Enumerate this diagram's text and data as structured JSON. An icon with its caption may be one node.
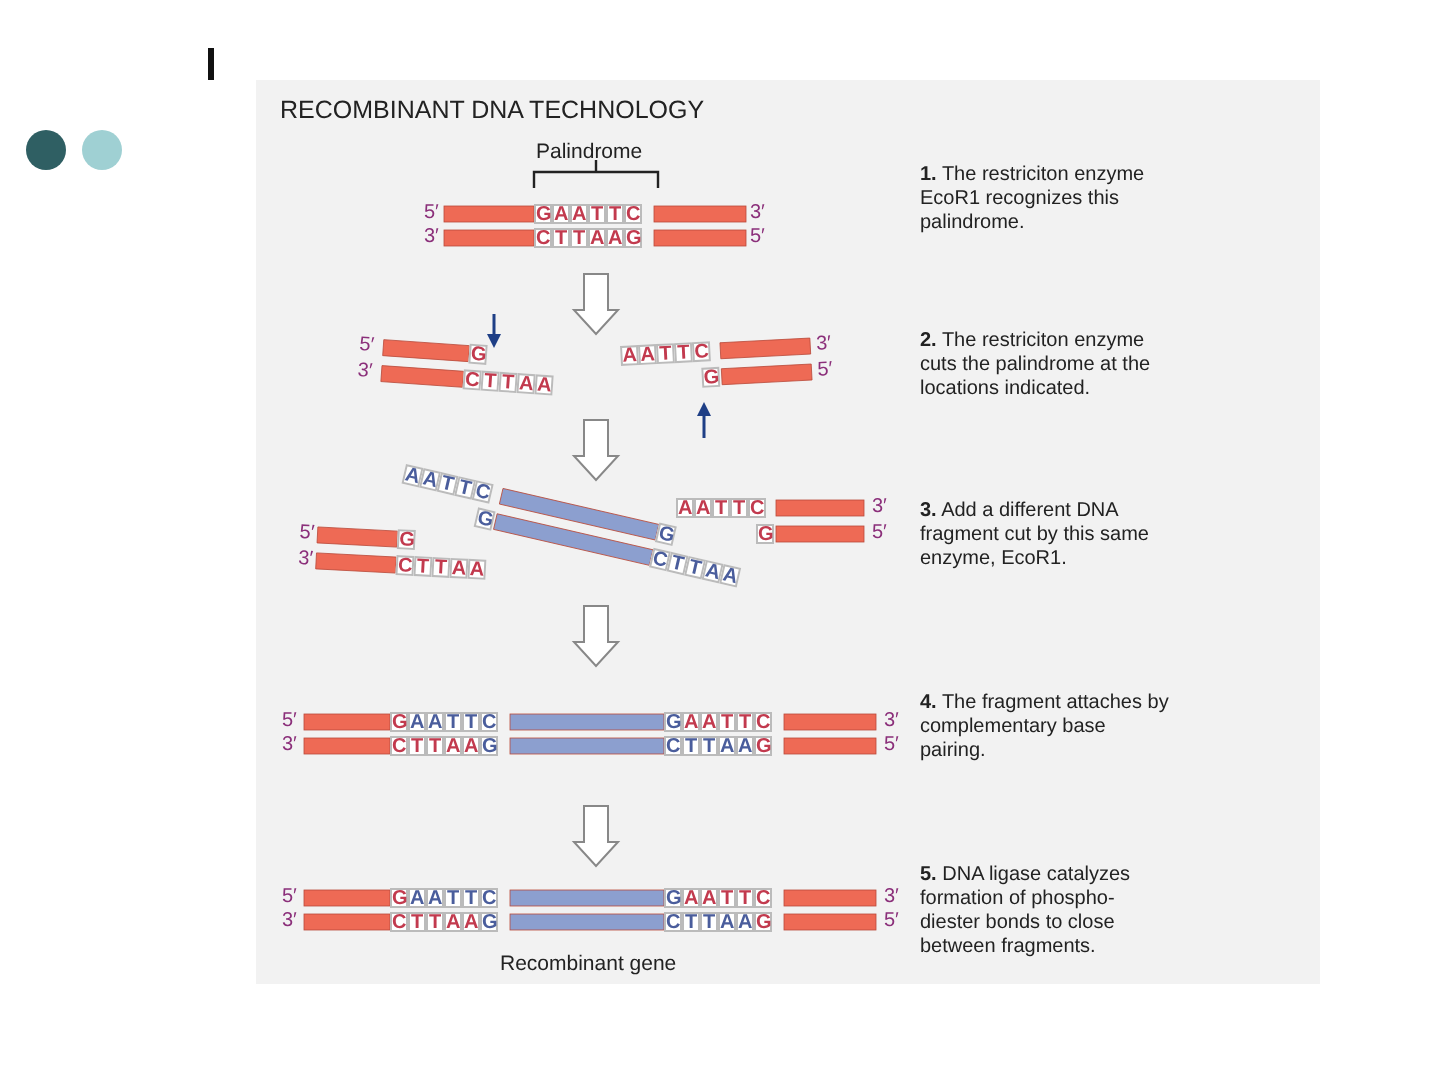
{
  "diagram": {
    "title": "RECOMBINANT DNA TECHNOLOGY",
    "labels": [
      "Palindrome",
      "5′",
      "GAATTC",
      "3′",
      "3′",
      "CTTAAG",
      "5′",
      "**1.** The restriciton enzyme EcoR1 recognizes this palindrome.",
      "5′",
      "G",
      "3′",
      "CTTAA",
      "AATTC",
      "3′",
      "G",
      "5′",
      "**2.** The restriciton enzyme cuts the palindrome at the locations indicated.",
      "AATTC",
      "G",
      "G",
      "CTTAA",
      "AATTC",
      "3′",
      "G",
      "5′",
      "**3.** Add a different DNA fragment cut by this same enzyme, EcoR1.",
      "5′",
      "G",
      "3′",
      "CTTAA",
      "5′",
      "GAATTC",
      "GAATTC",
      "3′",
      "3′",
      "CTTAAG",
      "CTTAAG",
      "5′",
      "**4.** The fragment attaches by complementary base pairing.",
      "5′",
      "GAATTC",
      "GAATTC",
      "3′",
      "3′",
      "CTTAAG",
      "CTTAAG",
      "5′",
      "**5.** DNA ligase catalyzes formation of phospho- diester bonds to close between fragments.",
      "Recombinant gene"
    ]
  }
}
